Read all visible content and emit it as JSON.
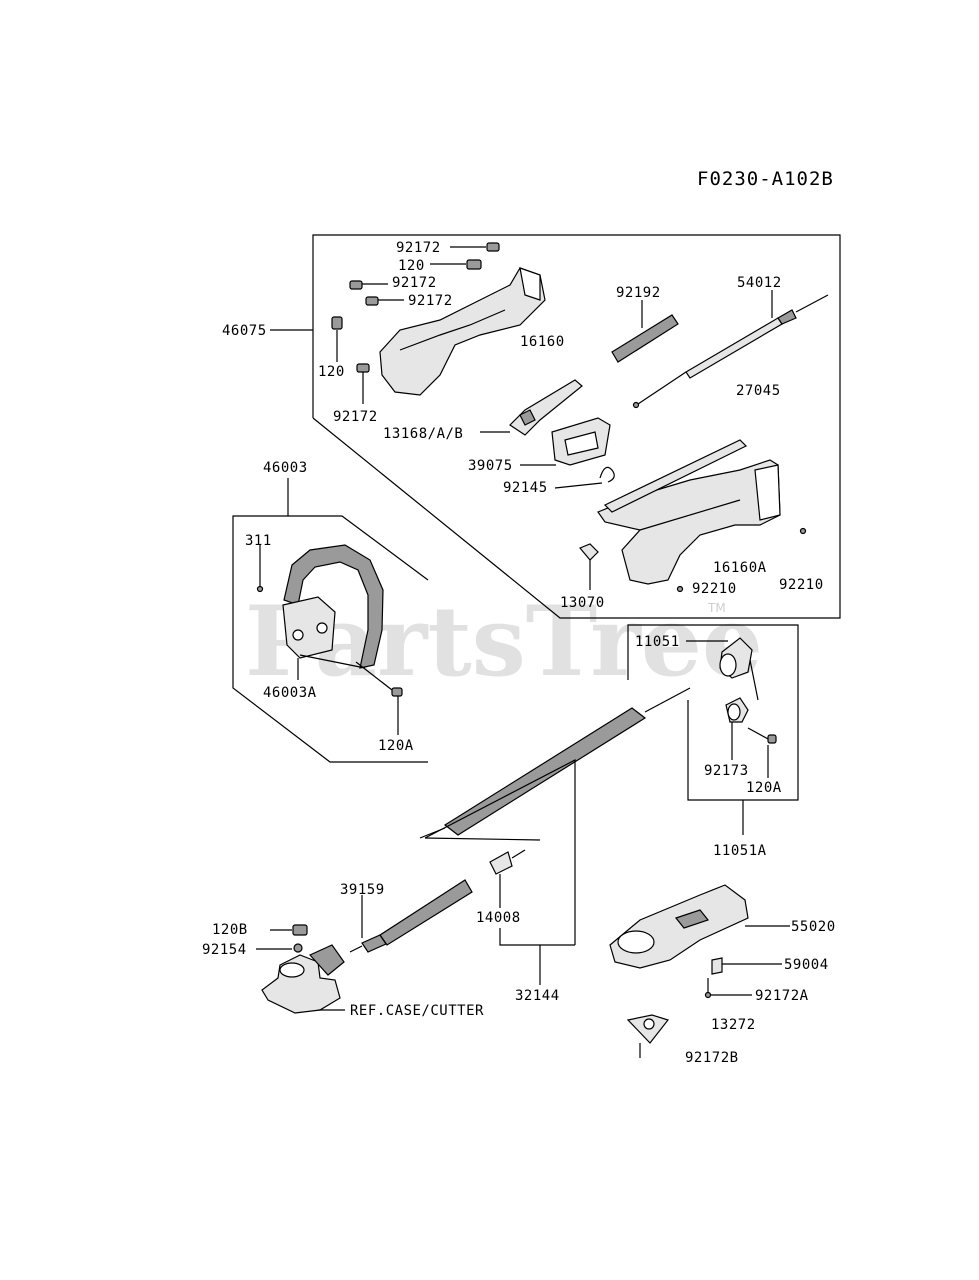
{
  "diagram_code": "F0230-A102B",
  "watermark": {
    "text": "PartsTree",
    "tm": "TM"
  },
  "labels": {
    "p92172_a": "92172",
    "p120_a": "120",
    "p92172_b": "92172",
    "p92172_c": "92172",
    "p46075": "46075",
    "p120_b": "120",
    "p92172_d": "92172",
    "p16160": "16160",
    "p92192": "92192",
    "p54012": "54012",
    "p27045": "27045",
    "p13168": "13168/A/B",
    "p39075": "39075",
    "p92145": "92145",
    "p46003": "46003",
    "p311": "311",
    "p46003A": "46003A",
    "p120A_a": "120A",
    "p16160A": "16160A",
    "p92210_a": "92210",
    "p92210_b": "92210",
    "p13070": "13070",
    "p11051": "11051",
    "p92173": "92173",
    "p120A_b": "120A",
    "p11051A": "11051A",
    "p39159": "39159",
    "p14008": "14008",
    "p120B": "120B",
    "p92154": "92154",
    "p32144": "32144",
    "p_ref": "REF.CASE/CUTTER",
    "p55020": "55020",
    "p59004": "59004",
    "p92172A": "92172A",
    "p13272": "13272",
    "p92172B": "92172B"
  }
}
